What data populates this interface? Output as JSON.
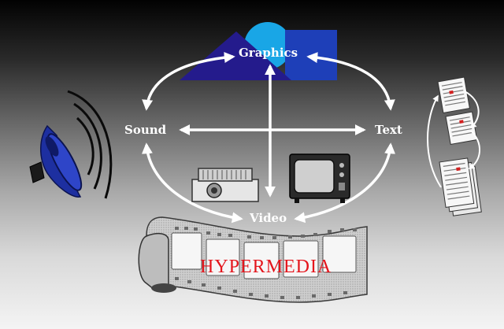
{
  "nodes": {
    "graphics": "Graphics",
    "sound": "Sound",
    "text": "Text",
    "video": "Video"
  },
  "banner": "HYPERMEDIA",
  "icons": {
    "graphics": "shapes-icon",
    "sound": "speaker-icon",
    "text": "documents-icon",
    "video_a": "projector-icon",
    "video_b": "television-icon",
    "film": "film-strip-icon"
  },
  "colors": {
    "arrows": "#ffffff",
    "banner_text": "#e4151c",
    "speaker": "#1d2fa0",
    "graphics_triangle": "#241b8c",
    "graphics_circle": "#19a6e6",
    "graphics_square": "#1e3fb8"
  }
}
